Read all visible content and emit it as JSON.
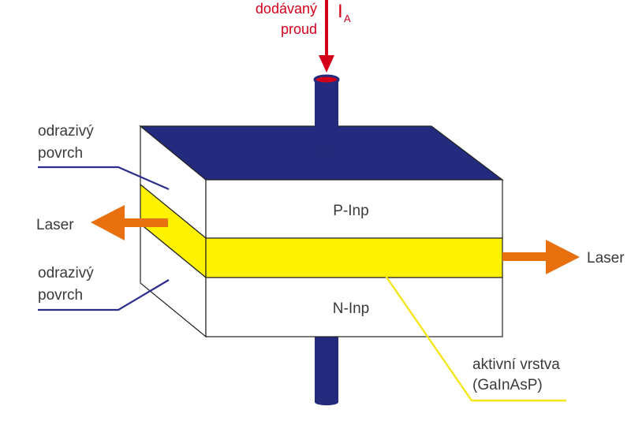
{
  "current": {
    "label_line1": "dodávaný",
    "label_line2": "proud",
    "symbol_main": "I",
    "symbol_sub": "A"
  },
  "layers": {
    "p_label": "P-Inp",
    "n_label": "N-Inp"
  },
  "laser": {
    "left_label": "Laser",
    "right_label": "Laser"
  },
  "mirror_top": {
    "line1": "odrazivý",
    "line2": "povrch"
  },
  "mirror_bottom": {
    "line1": "odrazivý",
    "line2": "povrch"
  },
  "active_layer": {
    "line1": "aktivní vrstva",
    "line2": "(GaInAsP)"
  },
  "colors": {
    "dark_blue": "#242a7d",
    "active_yellow": "#fff200",
    "laser_orange": "#e8700f",
    "current_red": "#d4001a",
    "leader_blue": "#2c2e8a",
    "leader_yellow": "#f5e51a",
    "outline": "#222222"
  }
}
